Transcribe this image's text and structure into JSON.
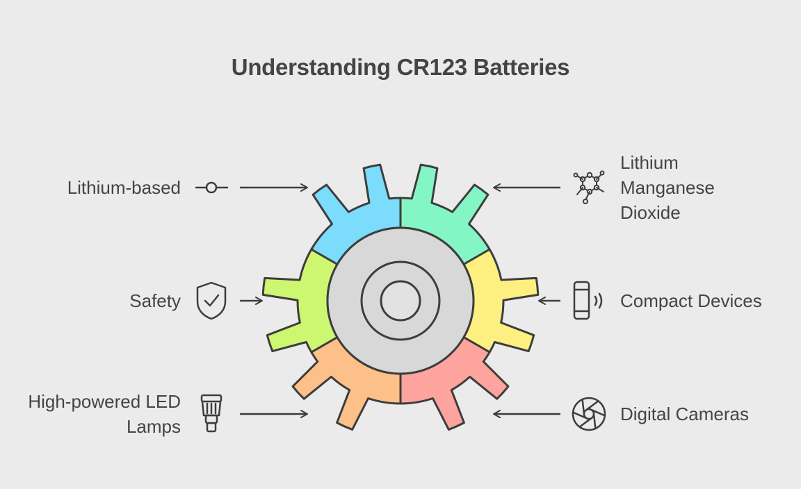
{
  "title": "Understanding CR123 Batteries",
  "colors": {
    "background": "#ebebeb",
    "stroke": "#3d3d3d",
    "hub": "#d8d8d8",
    "hub_inner": "#e2e2e2"
  },
  "gear_segments": [
    {
      "name": "top-left",
      "color": "#7bdcfc"
    },
    {
      "name": "top-right",
      "color": "#84f5c4"
    },
    {
      "name": "right",
      "color": "#fdf081"
    },
    {
      "name": "bottom-right",
      "color": "#fca49d"
    },
    {
      "name": "bottom-left",
      "color": "#fdc088"
    },
    {
      "name": "left",
      "color": "#cdf671"
    }
  ],
  "items": {
    "lithium_based": {
      "label": "Lithium-based",
      "icon": "link-node-icon"
    },
    "lithium_manganese": {
      "line1": "Lithium",
      "line2": "Manganese",
      "line3": "Dioxide",
      "icon": "molecule-icon"
    },
    "safety": {
      "label": "Safety",
      "icon": "shield-check-icon"
    },
    "compact_devices": {
      "label": "Compact Devices",
      "icon": "wearable-device-icon"
    },
    "led_lamps": {
      "line1": "High-powered LED",
      "line2": "Lamps",
      "icon": "led-bulb-icon"
    },
    "digital_cameras": {
      "label": "Digital Cameras",
      "icon": "camera-aperture-icon"
    }
  }
}
